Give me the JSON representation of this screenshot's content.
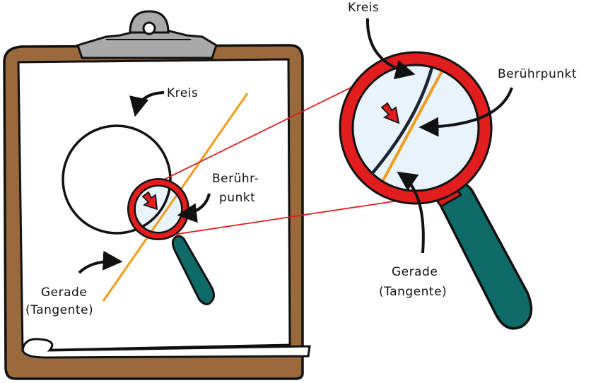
{
  "labels": {
    "circle_left": "Kreis",
    "touchpoint_left_line1": "Berühr-",
    "touchpoint_left_line2": "punkt",
    "line_left_line1": "Gerade",
    "line_left_line2": "(Tangente)",
    "circle_right": "Kreis",
    "touchpoint_right": "Berührpunkt",
    "line_right_line1": "Gerade",
    "line_right_line2": "(Tangente)"
  },
  "icons": {
    "clipboard": "clipboard-icon",
    "magnifier_small": "magnifying-glass-icon",
    "magnifier_large": "magnifying-glass-icon",
    "pointer": "red-arrow-icon"
  },
  "colors": {
    "board": "#9a6a3c",
    "clip": "#a9a9a9",
    "circle": "#111111",
    "tangent": "#f39a1b",
    "magnifier_rim": "#e21d1d",
    "magnifier_handle": "#0f6b68",
    "lens_fill": "#e8f3fb",
    "zoom_lines": "#e21d1d",
    "pointer": "#e21d1d"
  }
}
